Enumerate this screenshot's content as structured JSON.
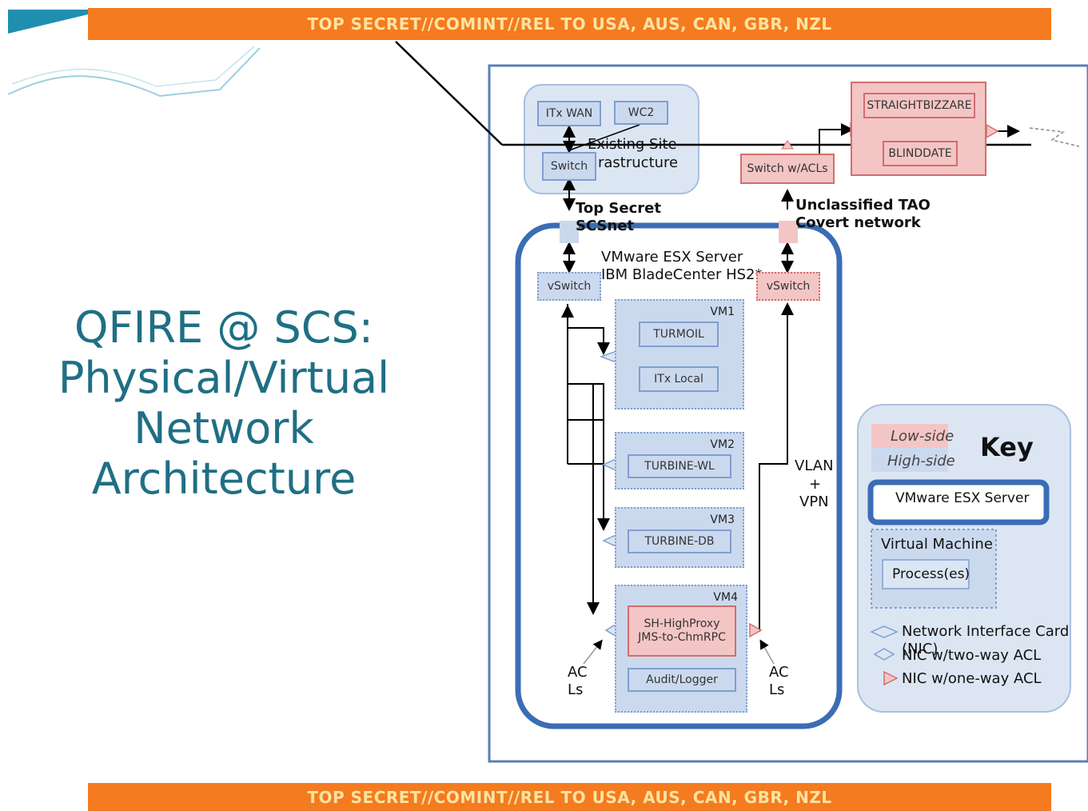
{
  "classification_banner": "TOP SECRET//COMINT//REL TO USA, AUS, CAN, GBR, NZL",
  "title_lines": [
    "QFIRE @ SCS:",
    "Physical/Virtual",
    "Network",
    "Architecture"
  ],
  "colors": {
    "banner": "#f47b20",
    "banner_text": "#fde3a0",
    "title": "#1f6f84",
    "high_side": "#cbd9ee",
    "low_side": "#f4c5c5",
    "esx_border": "#3b6db5"
  },
  "diagram": {
    "itx_wan": "ITx WAN",
    "wc2": "WC2",
    "existing_site": "Existing Site",
    "infrastructure": "rastructure",
    "switch_high": "Switch",
    "switch_low": "Switch w/ACLs",
    "straightbizarre": "STRAIGHTBIZZARE",
    "blinddate": "BLINDDATE",
    "top_secret_scsnet_1": "Top Secret",
    "top_secret_scsnet_2": "SCSnet",
    "unclassified_tao_1": "Unclassified TAO",
    "unclassified_tao_2": "Covert network",
    "esx_server_1": "VMware ESX Server",
    "esx_server_2": "IBM BladeCenter HS2*",
    "vswitch_high": "vSwitch",
    "vswitch_low": "vSwitch",
    "vm1": {
      "label": "VM1",
      "proc1": "TURMOIL",
      "proc2": "ITx Local"
    },
    "vm2": {
      "label": "VM2",
      "proc1": "TURBINE-WL"
    },
    "vm3": {
      "label": "VM3",
      "proc1": "TURBINE-DB"
    },
    "vm4": {
      "label": "VM4",
      "proc1": "SH-HighProxy JMS-to-ChmRPC",
      "proc2": "Audit/Logger"
    },
    "vlan_vpn_1": "VLAN",
    "vlan_vpn_2": "+",
    "vlan_vpn_3": "VPN",
    "acls_left_1": "AC",
    "acls_left_2": "Ls",
    "acls_right_1": "AC",
    "acls_right_2": "Ls"
  },
  "key": {
    "title": "Key",
    "low_side": "Low-side",
    "high_side": "High-side",
    "esx_server": "VMware ESX Server",
    "virtual_machine": "Virtual Machine",
    "processes": "Process(es)",
    "nic": "Network Interface Card (NIC)",
    "nic_two_way": "NIC w/two-way ACL",
    "nic_one_way": "NIC w/one-way ACL"
  }
}
